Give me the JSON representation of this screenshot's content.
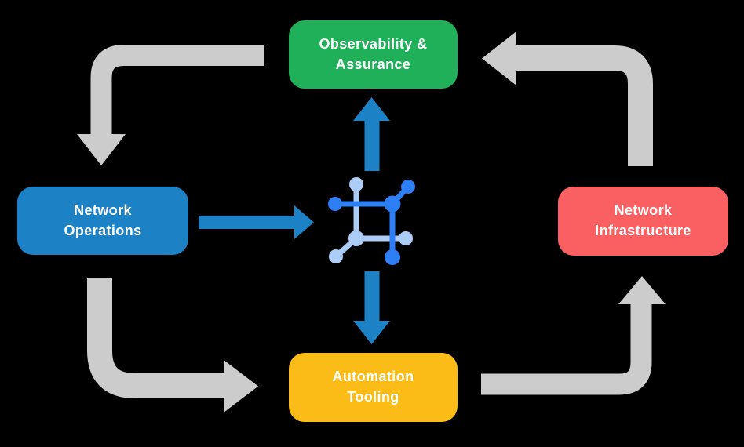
{
  "colors": {
    "background": "#000000",
    "label_text": "#ffffff",
    "node_green": "#21b05a",
    "node_blue": "#1d82c5",
    "node_red": "#fa6062",
    "node_yellow": "#fcbc17",
    "arrow_gray": "#cccccc",
    "arrow_blue": "#1d82c5",
    "icon_dark_blue": "#2e7ef5",
    "icon_light_blue": "#abcdf8"
  },
  "nodes": {
    "observability": {
      "line1": "Observability &",
      "line2": "Assurance"
    },
    "operations": {
      "line1": "Network",
      "line2": "Operations"
    },
    "infrastructure": {
      "line1": "Network",
      "line2": "Infrastructure"
    },
    "automation": {
      "line1": "Automation",
      "line2": "Tooling"
    }
  },
  "icon": {
    "name": "network-node-icon"
  },
  "flows": {
    "gray_cycle": [
      {
        "from": "observability",
        "to": "operations"
      },
      {
        "from": "operations",
        "to": "automation"
      },
      {
        "from": "automation",
        "to": "infrastructure"
      },
      {
        "from": "infrastructure",
        "to": "observability"
      }
    ],
    "blue_arrows": [
      {
        "from": "operations",
        "to": "network-node-icon"
      },
      {
        "from": "network-node-icon",
        "to": "observability"
      },
      {
        "from": "network-node-icon",
        "to": "automation"
      }
    ]
  }
}
